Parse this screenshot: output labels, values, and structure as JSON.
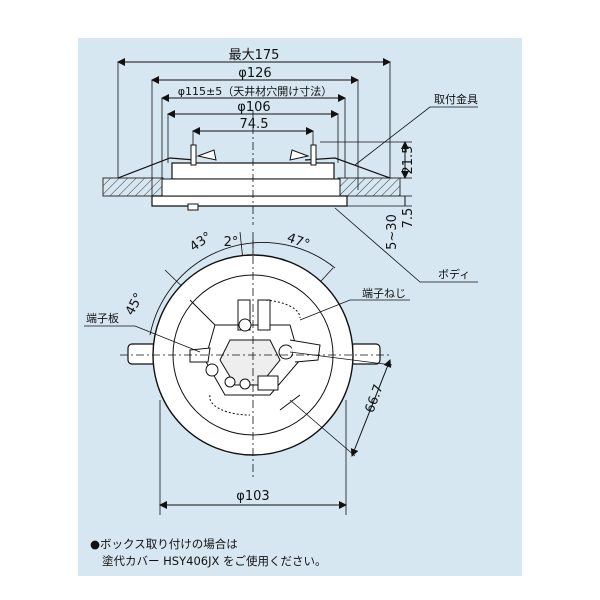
{
  "dims": {
    "max175": "最大175",
    "phi126": "φ126",
    "phi115": "φ115±5（天井材穴開け寸法）",
    "phi106": "φ106",
    "d745": "74.5",
    "d215": "21.5",
    "d75": "7.5",
    "d530": "5~30",
    "a43": "43°",
    "a2": "2°",
    "a47": "47°",
    "a45": "45°",
    "d667": "66.7",
    "phi103": "φ103"
  },
  "labels": {
    "mounting_bracket": "取付金具",
    "body": "ボディ",
    "terminal_screw": "端子ねじ",
    "terminal_plate": "端子板"
  },
  "note": {
    "line1": "●ボックス取り付けの場合は",
    "line2": "塗代カバー HSY406JX をご使用ください。"
  }
}
